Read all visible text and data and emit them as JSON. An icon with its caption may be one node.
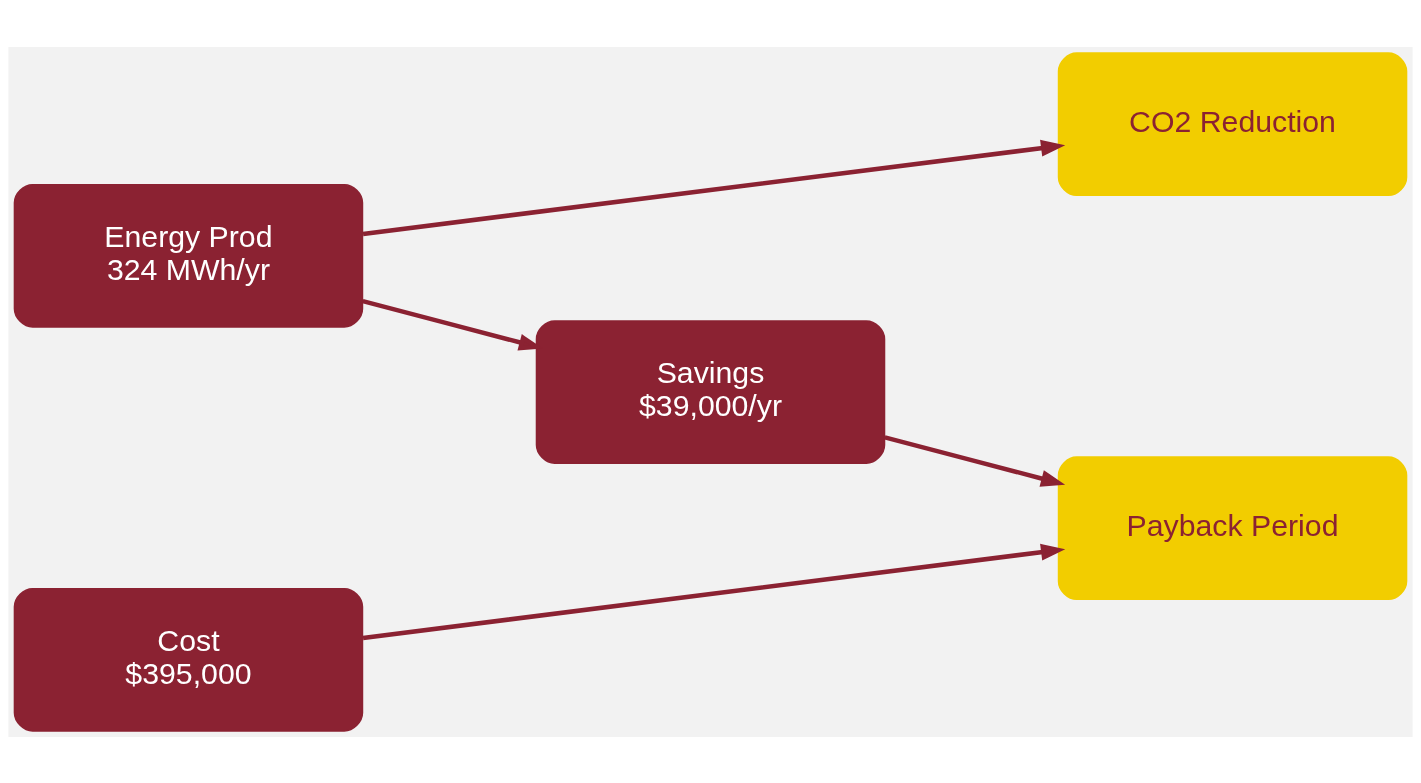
{
  "diagram": {
    "nodes": [
      {
        "text": [
          "Energy Prod",
          "324 MWh/yr"
        ]
      },
      {
        "text": [
          "CO2 Reduction"
        ]
      },
      {
        "text": [
          "Savings",
          "$39,000/yr"
        ]
      },
      {
        "text": [
          "Cost",
          "$395,000"
        ]
      },
      {
        "text": [
          "Payback Period"
        ]
      }
    ],
    "edges": [
      {
        "from": 0,
        "to": 1,
        "arrow": "to"
      },
      {
        "from": 0,
        "to": 2,
        "arrow": "to"
      },
      {
        "from": 2,
        "to": 4,
        "arrow": "to"
      },
      {
        "from": 3,
        "to": 4,
        "arrow": "to"
      }
    ]
  }
}
